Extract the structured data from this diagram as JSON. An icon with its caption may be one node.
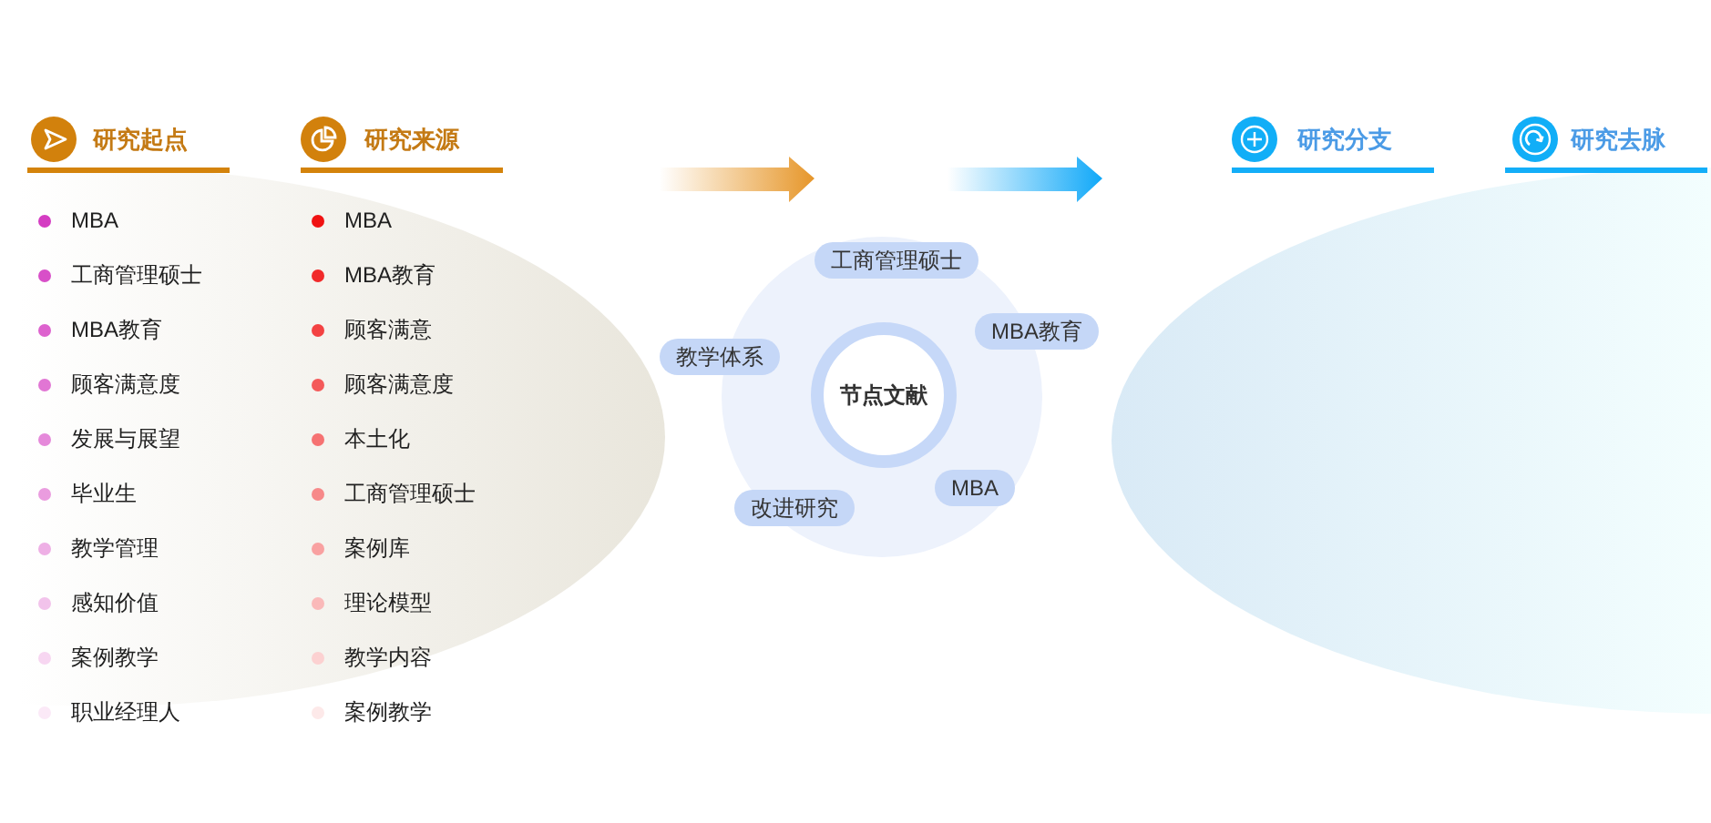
{
  "diagram": {
    "nodes": [
      {
        "text": [
          "工商管理硕士"
        ]
      },
      {
        "text": [
          "MBA教育"
        ]
      },
      {
        "text": [
          "教学体系"
        ]
      },
      {
        "text": [
          "节点文献"
        ]
      },
      {
        "text": [
          "MBA"
        ]
      },
      {
        "text": [
          "改进研究"
        ]
      }
    ],
    "labels": [
      "研究起点",
      "MBA",
      "工商管理硕士",
      "MBA教育",
      "顾客满意度",
      "发展与展望",
      "毕业生",
      "教学管理",
      "感知价值",
      "案例教学",
      "职业经理人",
      "研究来源",
      "MBA",
      "MBA教育",
      "顾客满意",
      "顾客满意度",
      "本土化",
      "工商管理硕士",
      "案例库",
      "理论模型",
      "教学内容",
      "案例教学",
      "研究分支",
      "研究去脉"
    ]
  }
}
